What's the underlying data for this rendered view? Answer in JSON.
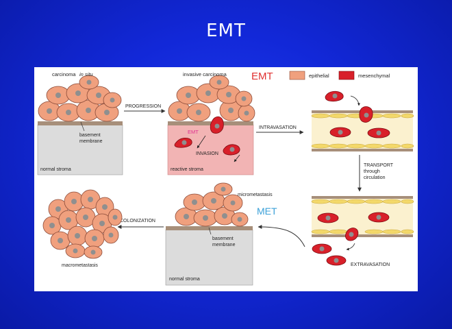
{
  "slide": {
    "title": "EMT"
  },
  "figure": {
    "top_labels": {
      "carcinoma": "carcinoma",
      "in_situ": "in situ",
      "invasive_carcinoma": "invasive carcinoma",
      "emt_big": "EMT",
      "legend_epithelial": "epithelial",
      "legend_mesenchymal": "mesenchymal"
    },
    "stage_labels": {
      "basement_membrane_1": "basement",
      "basement_membrane_2": "membrane",
      "normal_stroma": "normal stroma",
      "reactive_stroma": "reactive stroma",
      "emt_small": "EMT",
      "invasion": "INVASION",
      "progression": "PROGRESSION",
      "intravasation": "INTRAVASATION",
      "transport_1": "TRANSPORT",
      "transport_2": "through",
      "transport_3": "circulation",
      "extravasation": "EXTRAVASATION",
      "micrometastasis": "micrometastasis",
      "met": "MET",
      "colonization": "COLONIZATION",
      "macrometastasis": "macrometastasis"
    },
    "colors": {
      "epithelial": "#f0a07e",
      "mesenchymal": "#d8202a",
      "nucleus": "#8f8f8f",
      "emt_text": "#e03030",
      "met_text": "#3aa0d8",
      "reactive_stroma": "#f2b4b4",
      "normal_stroma": "#dcdcdc"
    }
  }
}
